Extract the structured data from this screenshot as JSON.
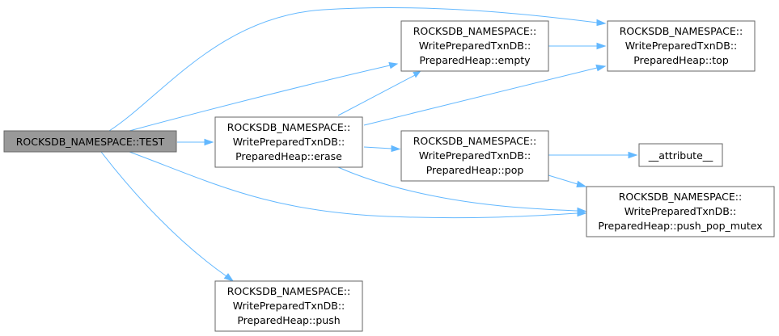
{
  "nodes": {
    "test": {
      "lines": [
        "ROCKSDB_NAMESPACE::TEST"
      ]
    },
    "erase": {
      "lines": [
        "ROCKSDB_NAMESPACE::",
        "WritePreparedTxnDB::",
        "PreparedHeap::erase"
      ]
    },
    "push": {
      "lines": [
        "ROCKSDB_NAMESPACE::",
        "WritePreparedTxnDB::",
        "PreparedHeap::push"
      ]
    },
    "empty": {
      "lines": [
        "ROCKSDB_NAMESPACE::",
        "WritePreparedTxnDB::",
        "PreparedHeap::empty"
      ]
    },
    "pop": {
      "lines": [
        "ROCKSDB_NAMESPACE::",
        "WritePreparedTxnDB::",
        "PreparedHeap::pop"
      ]
    },
    "top": {
      "lines": [
        "ROCKSDB_NAMESPACE::",
        "WritePreparedTxnDB::",
        "PreparedHeap::top"
      ]
    },
    "attribute": {
      "lines": [
        "__attribute__"
      ]
    },
    "mutex": {
      "lines": [
        "ROCKSDB_NAMESPACE::",
        "WritePreparedTxnDB::",
        "PreparedHeap::push_pop_mutex"
      ]
    }
  },
  "edges": [
    {
      "from": "test",
      "to": "erase"
    },
    {
      "from": "test",
      "to": "push"
    },
    {
      "from": "test",
      "to": "empty"
    },
    {
      "from": "test",
      "to": "top"
    },
    {
      "from": "test",
      "to": "mutex"
    },
    {
      "from": "erase",
      "to": "empty"
    },
    {
      "from": "erase",
      "to": "top"
    },
    {
      "from": "erase",
      "to": "pop"
    },
    {
      "from": "erase",
      "to": "mutex"
    },
    {
      "from": "empty",
      "to": "top"
    },
    {
      "from": "pop",
      "to": "attribute"
    },
    {
      "from": "pop",
      "to": "mutex"
    }
  ],
  "colors": {
    "edge": "#63b8ff",
    "root_fill": "#999999",
    "node_fill": "#ffffff",
    "node_border": "#666666"
  }
}
